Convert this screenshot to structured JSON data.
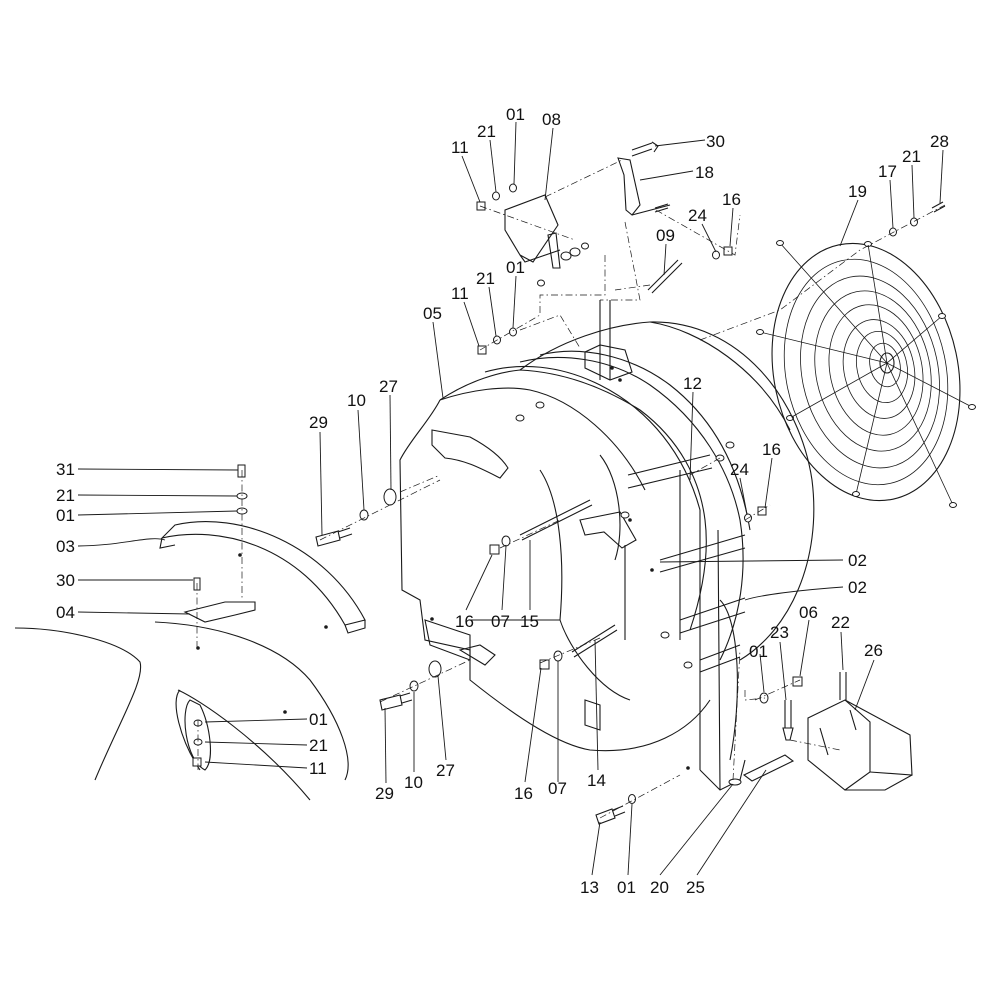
{
  "diagram": {
    "kind": "exploded-parts-drawing",
    "colors": {
      "line": "#1a1a1a",
      "background": "#ffffff",
      "label": "#111111"
    },
    "callouts": [
      {
        "id": "c-01-a",
        "text": "01"
      },
      {
        "id": "c-21-a",
        "text": "21"
      },
      {
        "id": "c-11-a",
        "text": "11"
      },
      {
        "id": "c-08",
        "text": "08"
      },
      {
        "id": "c-30-a",
        "text": "30"
      },
      {
        "id": "c-18",
        "text": "18"
      },
      {
        "id": "c-24-a",
        "text": "24"
      },
      {
        "id": "c-16-a",
        "text": "16"
      },
      {
        "id": "c-09",
        "text": "09"
      },
      {
        "id": "c-01-b",
        "text": "01"
      },
      {
        "id": "c-21-b",
        "text": "21"
      },
      {
        "id": "c-11-b",
        "text": "11"
      },
      {
        "id": "c-05",
        "text": "05"
      },
      {
        "id": "c-17",
        "text": "17"
      },
      {
        "id": "c-21-c",
        "text": "21"
      },
      {
        "id": "c-28",
        "text": "28"
      },
      {
        "id": "c-19",
        "text": "19"
      },
      {
        "id": "c-12",
        "text": "12"
      },
      {
        "id": "c-29-a",
        "text": "29"
      },
      {
        "id": "c-10-a",
        "text": "10"
      },
      {
        "id": "c-27-a",
        "text": "27"
      },
      {
        "id": "c-24-b",
        "text": "24"
      },
      {
        "id": "c-16-b",
        "text": "16"
      },
      {
        "id": "c-31",
        "text": "31"
      },
      {
        "id": "c-21-d",
        "text": "21"
      },
      {
        "id": "c-01-c",
        "text": "01"
      },
      {
        "id": "c-03",
        "text": "03"
      },
      {
        "id": "c-02-a",
        "text": "02"
      },
      {
        "id": "c-02-b",
        "text": "02"
      },
      {
        "id": "c-30-b",
        "text": "30"
      },
      {
        "id": "c-04",
        "text": "04"
      },
      {
        "id": "c-16-c",
        "text": "16"
      },
      {
        "id": "c-07-a",
        "text": "07"
      },
      {
        "id": "c-15",
        "text": "15"
      },
      {
        "id": "c-06",
        "text": "06"
      },
      {
        "id": "c-23",
        "text": "23"
      },
      {
        "id": "c-22",
        "text": "22"
      },
      {
        "id": "c-26",
        "text": "26"
      },
      {
        "id": "c-01-d",
        "text": "01"
      },
      {
        "id": "c-01-e",
        "text": "01"
      },
      {
        "id": "c-21-e",
        "text": "21"
      },
      {
        "id": "c-11-c",
        "text": "11"
      },
      {
        "id": "c-29-b",
        "text": "29"
      },
      {
        "id": "c-10-b",
        "text": "10"
      },
      {
        "id": "c-27-b",
        "text": "27"
      },
      {
        "id": "c-16-d",
        "text": "16"
      },
      {
        "id": "c-07-b",
        "text": "07"
      },
      {
        "id": "c-14",
        "text": "14"
      },
      {
        "id": "c-13",
        "text": "13"
      },
      {
        "id": "c-01-f",
        "text": "01"
      },
      {
        "id": "c-20",
        "text": "20"
      },
      {
        "id": "c-25",
        "text": "25"
      }
    ]
  }
}
